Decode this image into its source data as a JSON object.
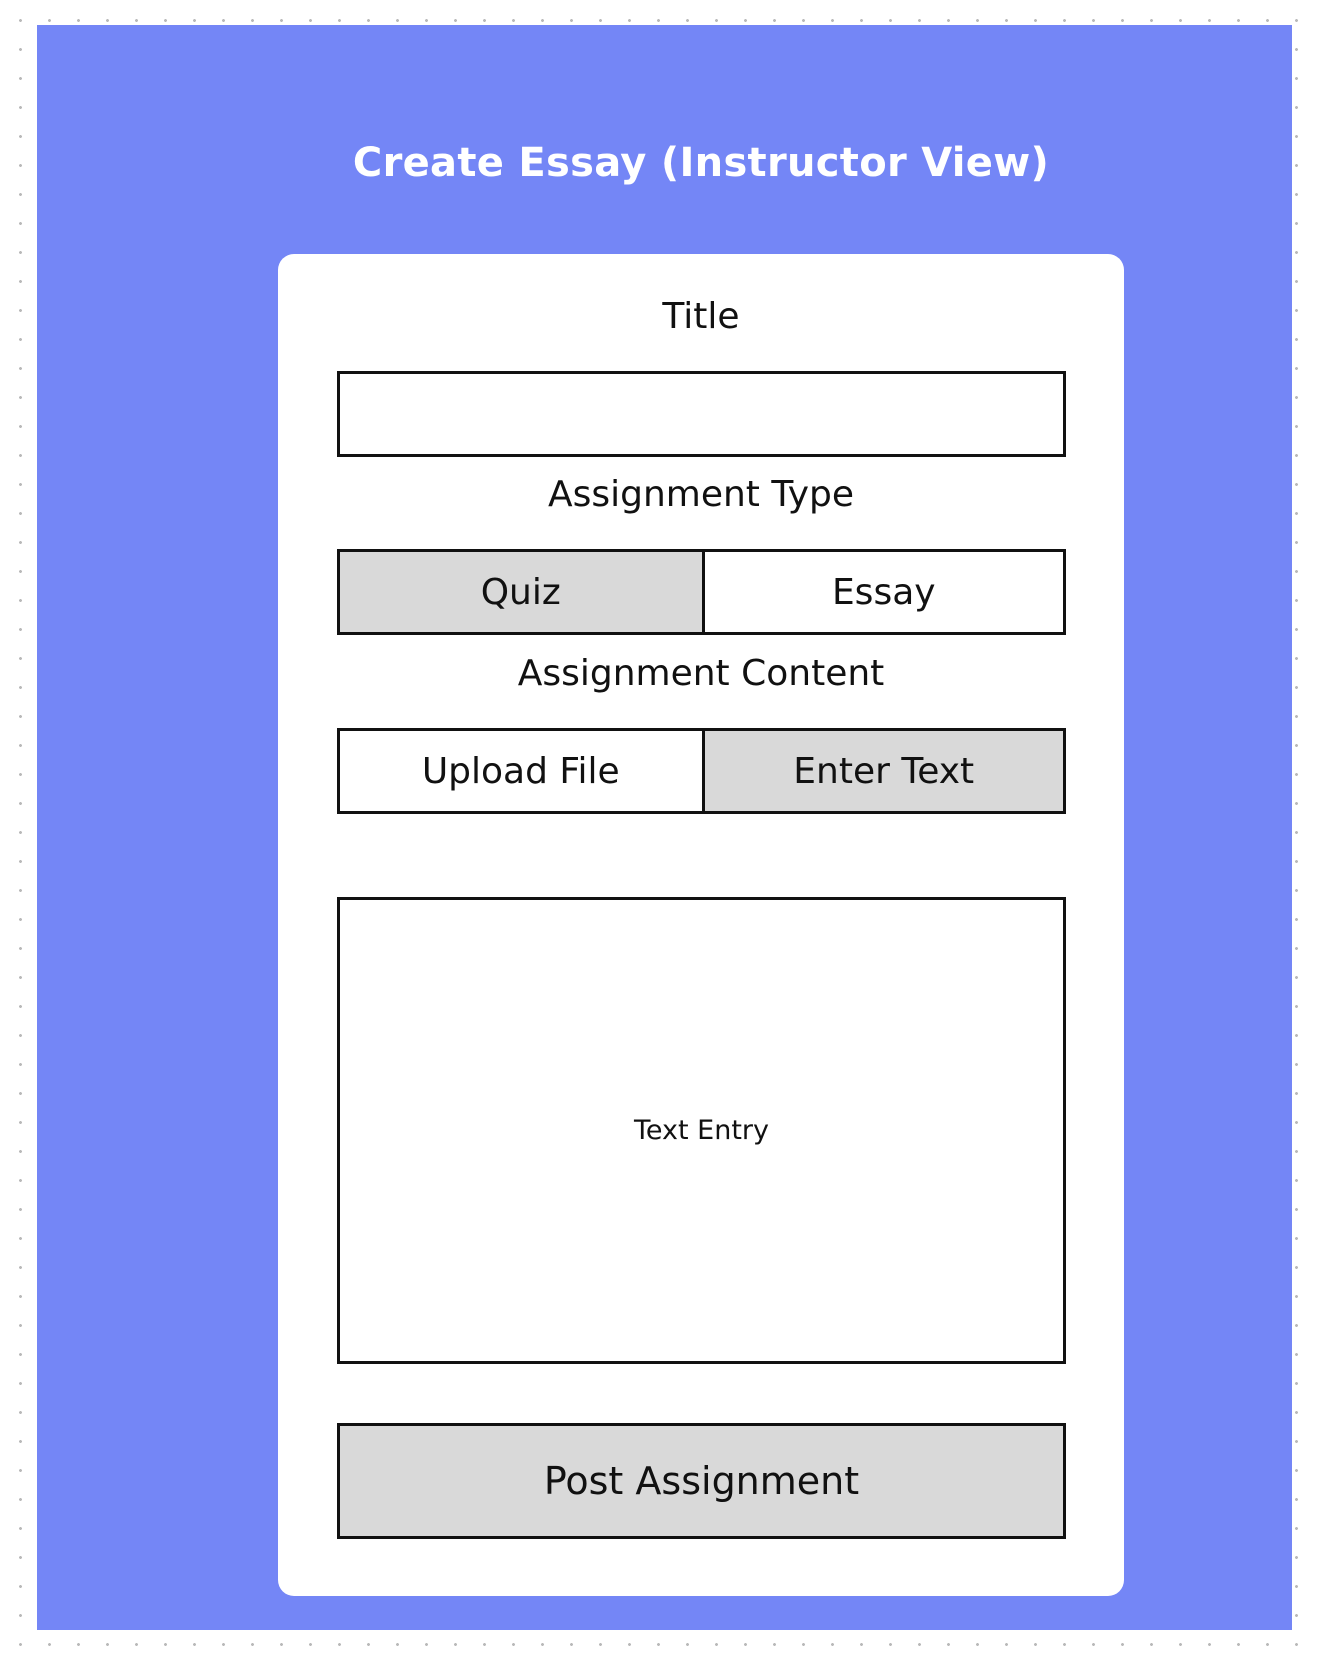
{
  "page": {
    "title": "Create Essay (Instructor View)",
    "background_color": "#7486f6"
  },
  "form": {
    "title_field": {
      "label": "Title",
      "value": ""
    },
    "assignment_type": {
      "label": "Assignment Type",
      "options": [
        "Quiz",
        "Essay"
      ],
      "selected": "Quiz"
    },
    "assignment_content": {
      "label": "Assignment Content",
      "options": [
        "Upload File",
        "Enter Text"
      ],
      "selected": "Enter Text"
    },
    "text_entry": {
      "placeholder": "Text Entry"
    },
    "submit_label": "Post Assignment"
  },
  "colors": {
    "selected_segment": "#d9d9d9",
    "border": "#111111",
    "card": "#ffffff"
  }
}
